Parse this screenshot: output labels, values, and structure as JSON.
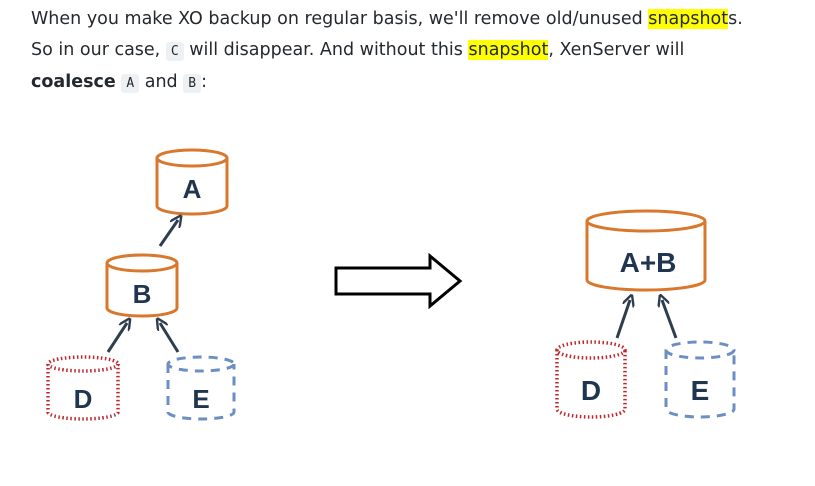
{
  "paragraph": {
    "line1": {
      "before": "When you make XO backup on regular basis, we'll remove old/unused ",
      "highlight": "snapshot",
      "after": "s."
    },
    "line2": {
      "before": "So in our case, ",
      "code": "C",
      "middle": " will disappear. And without this ",
      "highlight": "snapshot",
      "after": ", XenServer will"
    },
    "line3": {
      "bold": "coalesce",
      "code_a": "A",
      "and": "and",
      "code_b": "B",
      "after": ":"
    }
  },
  "diagram": {
    "before": {
      "disk_a": "A",
      "disk_b": "B",
      "disk_d": "D",
      "disk_e": "E"
    },
    "after": {
      "disk_ab": "A+B",
      "disk_d": "D",
      "disk_e": "E"
    },
    "colors": {
      "solid_disk": "#d9772c",
      "dotted_disk": "#c0262c",
      "dashed_disk": "#6b8fc2",
      "arrow": "#2f3e4e",
      "label": "#1f3550"
    }
  }
}
